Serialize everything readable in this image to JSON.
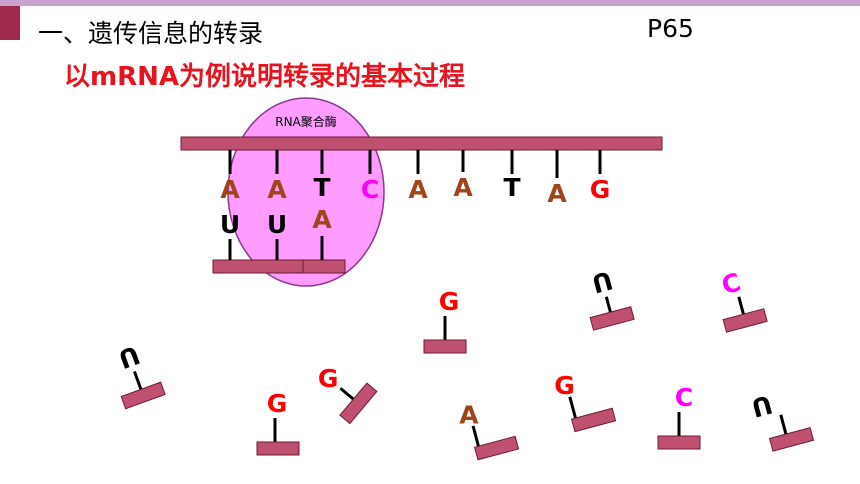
{
  "header": {
    "title": "一、遗传信息的转录",
    "page_ref": "P65",
    "subtitle": "以mRNA为例说明转录的基本过程"
  },
  "enzyme": {
    "label": "RNA聚合酶"
  },
  "dna_template": {
    "bases": [
      "A",
      "A",
      "T",
      "C",
      "A",
      "A",
      "T",
      "A",
      "G"
    ]
  },
  "mrna": {
    "bases": [
      "U",
      "U",
      "A"
    ]
  },
  "free_nucleotides": {
    "bases": [
      "G",
      "U",
      "C",
      "U",
      "G",
      "G",
      "A",
      "G",
      "C",
      "U"
    ]
  },
  "colors": {
    "A": "#a0441c",
    "T": "#000000",
    "U": "#000000",
    "C": "#ff00ff",
    "G": "#ff0000",
    "backbone": "#c05070",
    "enzyme_fill": "#ff9cff",
    "subtitle": "#e6141e",
    "accent": "#a0294e"
  }
}
